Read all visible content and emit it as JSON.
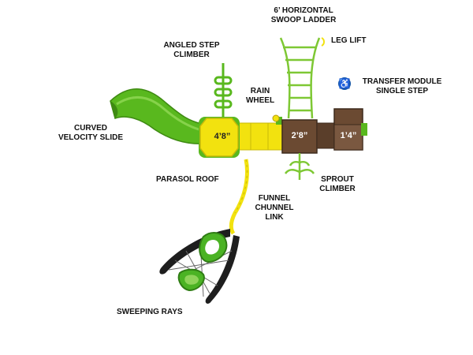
{
  "labels": {
    "swoop_ladder": [
      "6’ HORIZONTAL",
      "SWOOP LADDER"
    ],
    "leg_lift": "LEG LIFT",
    "angled_step_climber": [
      "ANGLED STEP",
      "CLIMBER"
    ],
    "transfer_module": [
      "TRANSFER MODULE",
      "SINGLE STEP"
    ],
    "rain_wheel": [
      "RAIN",
      "WHEEL"
    ],
    "curved_slide": [
      "CURVED",
      "VELOCITY SLIDE"
    ],
    "parasol_roof": "PARASOL ROOF",
    "sprout_climber": [
      "SPROUT",
      "CLIMBER"
    ],
    "funnel_link": [
      "FUNNEL",
      "CHUNNEL",
      "LINK"
    ],
    "sweeping_rays": "SWEEPING RAYS"
  },
  "deck_heights": {
    "main_deck": "4’8”",
    "mid_deck": "2’8”",
    "transfer_deck": "1’4”"
  },
  "icons": {
    "accessibility": "wheelchair-accessibility-icon"
  },
  "colors": {
    "green": "#59b81e",
    "yellow": "#f2e20f",
    "brown": "#6b4a32",
    "black": "#1e1e1e",
    "ada_blue": "#1557a8"
  }
}
